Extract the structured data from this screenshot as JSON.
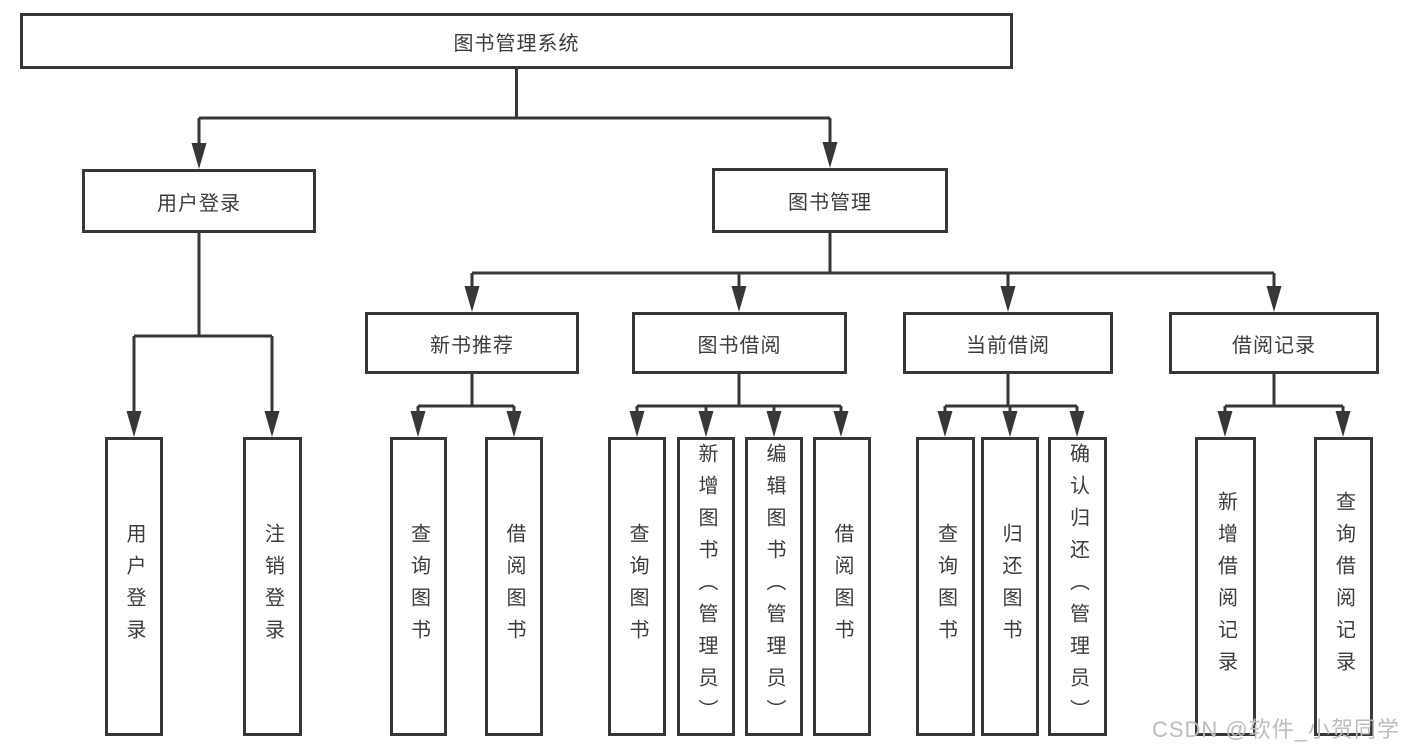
{
  "diagram": {
    "root": {
      "label": "图书管理系统"
    },
    "branches": {
      "user_login": {
        "label": "用户登录",
        "children": [
          {
            "label": "用户登录"
          },
          {
            "label": "注销登录"
          }
        ]
      },
      "book_management": {
        "label": "图书管理",
        "children": [
          {
            "label": "新书推荐",
            "children": [
              {
                "label": "查询图书"
              },
              {
                "label": "借阅图书"
              }
            ]
          },
          {
            "label": "图书借阅",
            "children": [
              {
                "label": "查询图书"
              },
              {
                "label": "新增图书（管理员）"
              },
              {
                "label": "编辑图书（管理员）"
              },
              {
                "label": "借阅图书"
              }
            ]
          },
          {
            "label": "当前借阅",
            "children": [
              {
                "label": "查询图书"
              },
              {
                "label": "归还图书"
              },
              {
                "label": "确认归还（管理员）"
              }
            ]
          },
          {
            "label": "借阅记录",
            "children": [
              {
                "label": "新增借阅记录"
              },
              {
                "label": "查询借阅记录"
              }
            ]
          }
        ]
      }
    }
  },
  "watermark": {
    "text": "CSDN @软件_小贺同学"
  },
  "colors": {
    "line": "#373737",
    "box_border": "#373737",
    "text": "#3c3c3c",
    "watermark_text": "#bdbdbd",
    "background": "#ffffff"
  }
}
